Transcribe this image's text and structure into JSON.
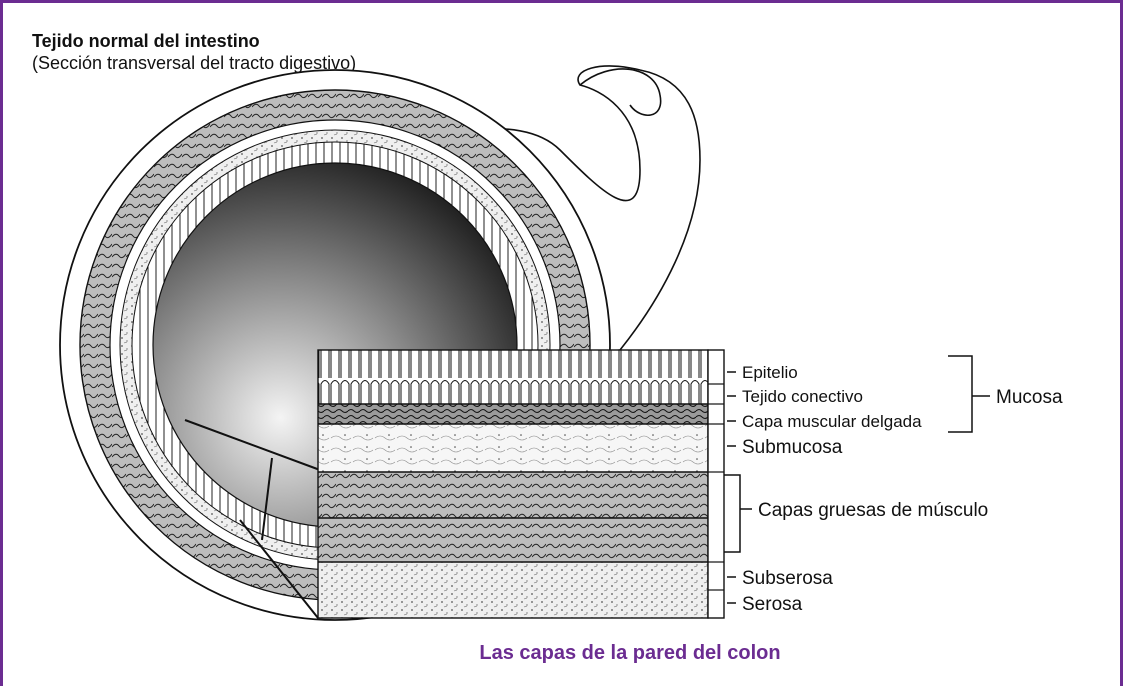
{
  "figure": {
    "title": "Tejido normal del intestino",
    "subtitle": "(Sección transversal del tracto digestivo)",
    "caption": "Las capas de la pared del colon",
    "accent_color": "#6b2c91"
  },
  "layers": {
    "epitelio": "Epitelio",
    "tejido_conectivo": "Tejido conectivo",
    "capa_muscular_delgada": "Capa muscular delgada",
    "submucosa": "Submucosa",
    "capas_gruesas": "Capas gruesas de músculo",
    "subserosa": "Subserosa",
    "serosa": "Serosa"
  },
  "groups": {
    "mucosa": "Mucosa"
  }
}
